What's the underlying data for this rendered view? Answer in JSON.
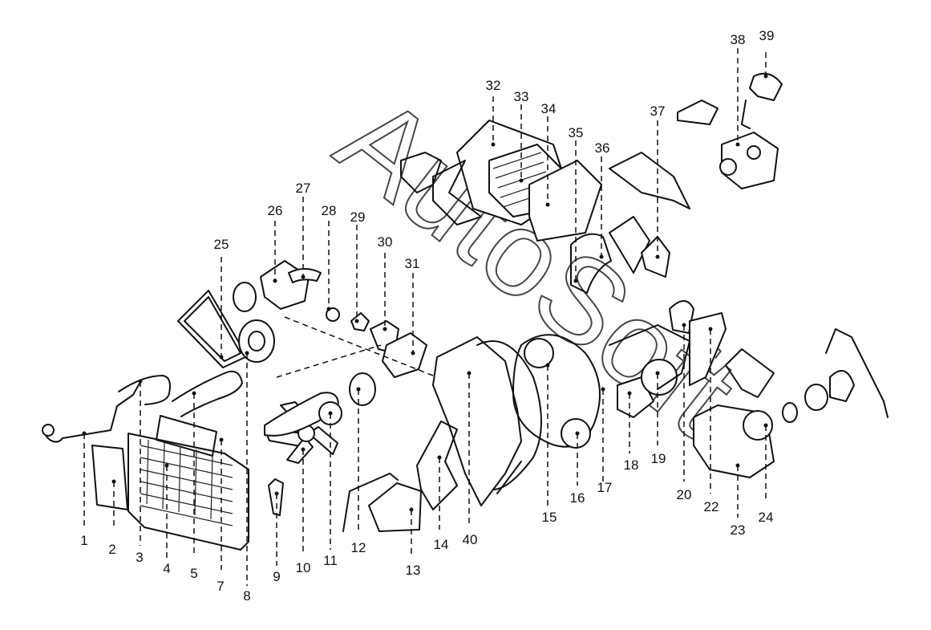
{
  "watermark": "AutoSoft",
  "callouts": [
    "1",
    "2",
    "3",
    "4",
    "5",
    "7",
    "8",
    "9",
    "10",
    "11",
    "12",
    "13",
    "14",
    "40",
    "15",
    "16",
    "17",
    "18",
    "19",
    "20",
    "22",
    "23",
    "24",
    "25",
    "26",
    "27",
    "28",
    "29",
    "30",
    "31",
    "32",
    "33",
    "34",
    "35",
    "36",
    "37",
    "38",
    "39"
  ]
}
